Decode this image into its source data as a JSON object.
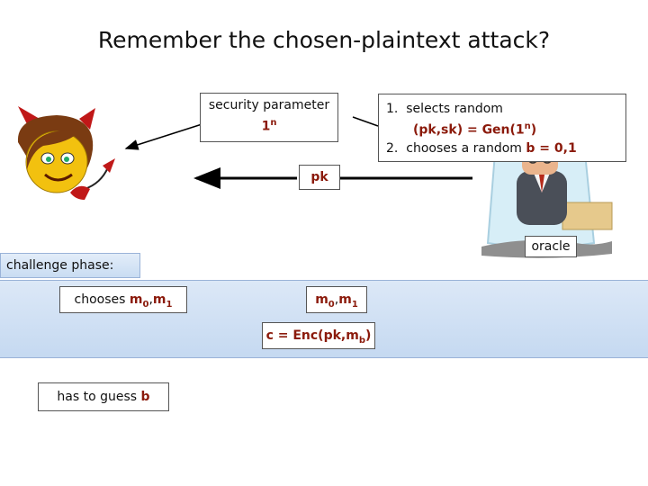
{
  "title": "Remember the chosen-plaintext attack?",
  "security_param": {
    "line1": "security parameter",
    "base": "1",
    "sup": "n"
  },
  "oracle_steps": {
    "s1_num": "1.",
    "s1_text": "selects random",
    "s1b_pre": "(pk,sk) = Gen(1",
    "s1b_sup": "n",
    "s1b_post": ")",
    "s2_num": "2.",
    "s2_pre": "chooses a random ",
    "s2_b": "b",
    "s2_eq": " = 0,1"
  },
  "pk_label": "pk",
  "oracle_label": "oracle",
  "challenge_phase": "challenge phase:",
  "chooses": {
    "pre": "chooses ",
    "m": "m",
    "s0": "0",
    "comma": ",",
    "m2": "m",
    "s1": "1"
  },
  "message_arrow": {
    "m": "m",
    "s0": "0",
    "comma": ",",
    "m2": "m",
    "s1": "1"
  },
  "cipher": {
    "pre": "c = Enc(pk,m",
    "sub": "b",
    "post": ")"
  },
  "guess": {
    "pre": "has to guess ",
    "b": "b"
  }
}
